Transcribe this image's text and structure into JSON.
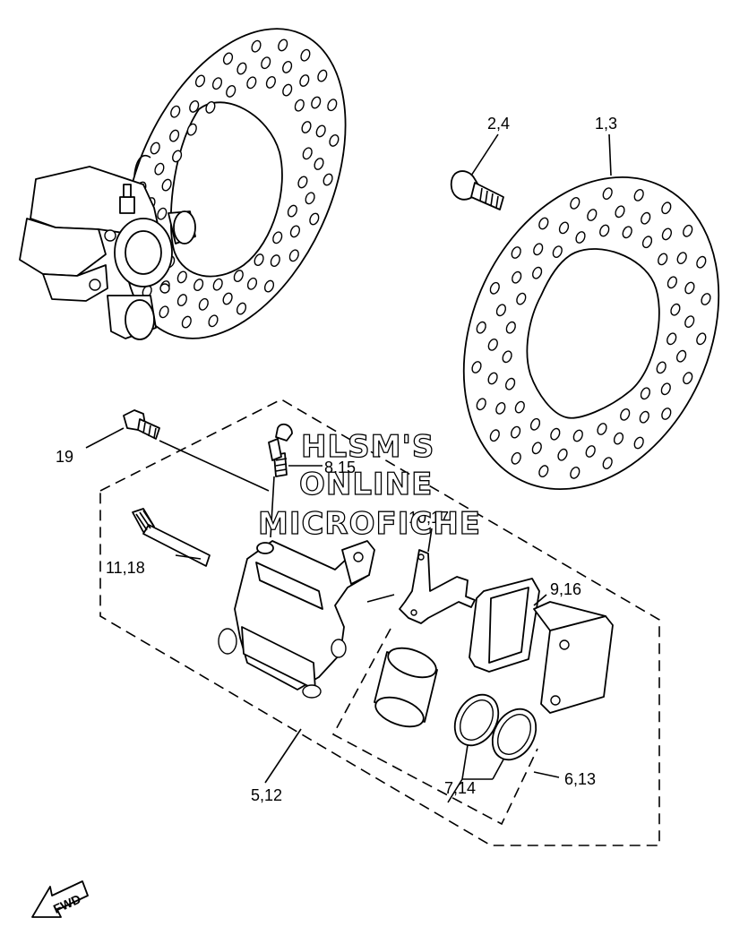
{
  "diagram": {
    "callouts": {
      "c_2_4": "2,4",
      "c_1_3": "1,3",
      "c_19": "19",
      "c_8_15": "8,15",
      "c_11_18": "11,18",
      "c_10_17": "10,17",
      "c_9_16": "9,16",
      "c_5_12": "5,12",
      "c_7_14": "7,14",
      "c_6_13": "6,13"
    },
    "watermark": {
      "line1": "HLSM'S",
      "line2": "ONLINE",
      "line3": "MICROFICHE"
    },
    "fwd_label": "FWD"
  }
}
